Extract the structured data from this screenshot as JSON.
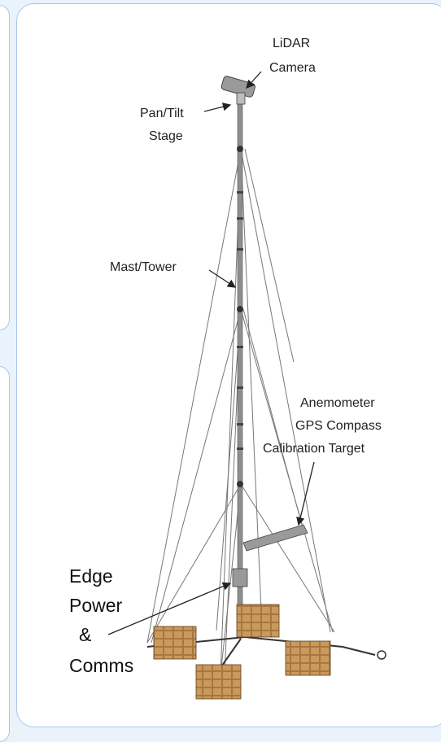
{
  "labels": {
    "lidar": "LiDAR",
    "camera": "Camera",
    "pan_tilt": "Pan/Tilt",
    "stage": "Stage",
    "mast": "Mast/Tower",
    "anemometer": "Anemometer",
    "gps": "GPS Compass",
    "calibration": "Calibration Target",
    "edge": "Edge",
    "power": "Power",
    "amp": "&",
    "comms": "Comms"
  },
  "colors": {
    "background": "#eaf3fb",
    "card_border": "#a9c6e8",
    "line": "#6d6d6d",
    "box": "#9b6b3a"
  }
}
